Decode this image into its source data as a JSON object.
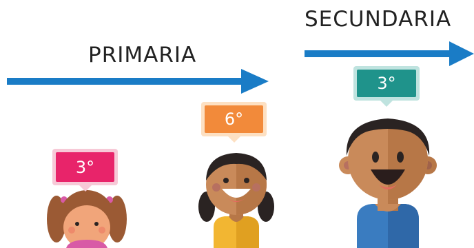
{
  "stages": {
    "primaria": "PRIMARIA",
    "secundaria": "SECUNDARIA"
  },
  "badges": {
    "primaria_3": {
      "text": "3°",
      "color": "#e8246a"
    },
    "primaria_6": {
      "text": "6°",
      "color": "#f28a3a"
    },
    "secundaria_3": {
      "text": "3°",
      "color": "#1f938b"
    }
  },
  "colors": {
    "arrow": "#1a7cc6",
    "skin": "#c98a5a",
    "skin_dark": "#b77747",
    "hair_girl": "#9b5a34",
    "hair_dark": "#2a2322",
    "shirt_pink": "#d85aa6",
    "shirt_yellow": "#f2b632",
    "shirt_blue": "#3a7cc0"
  },
  "icons": [
    "arrow-icon",
    "girl-student-icon",
    "child-student-icon",
    "teen-student-icon"
  ]
}
